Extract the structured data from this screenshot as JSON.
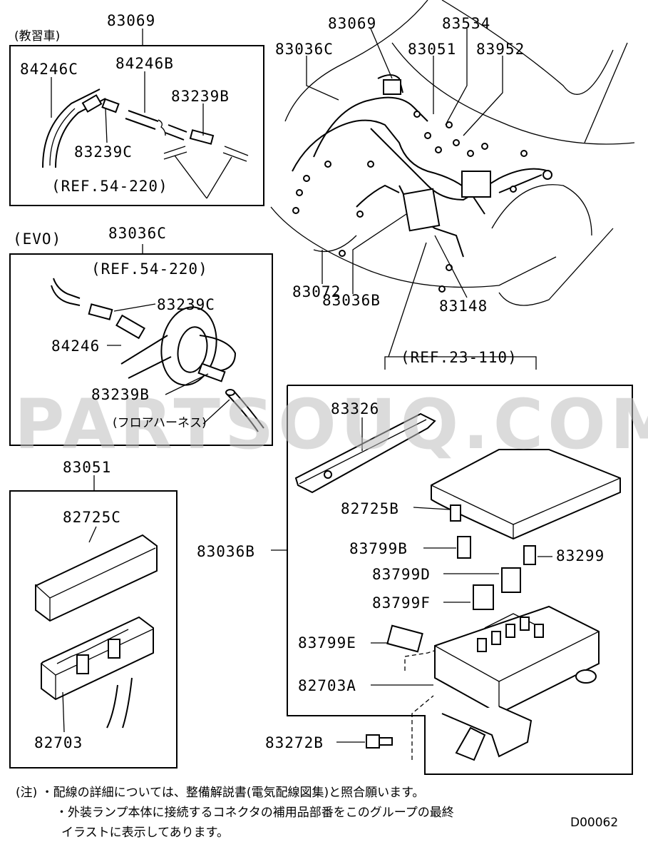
{
  "labels": {
    "p83069_top": "83069",
    "p83069_left": "83069",
    "kyoshu": "(教習車)",
    "p84246C": "84246C",
    "p84246B": "84246B",
    "p83239B_top": "83239B",
    "p83239C_top": "83239C",
    "ref54_220_a": "(REF.54-220)",
    "evo": "(EVO)",
    "p83036C_evo": "83036C",
    "ref54_220_b": "(REF.54-220)",
    "p83239C_evo": "83239C",
    "p84246": "84246",
    "p83239B_evo": "83239B",
    "floor_harness": "(フロアハーネス)",
    "p83051_left": "83051",
    "p82725C": "82725C",
    "p82703": "82703",
    "p83036C_main": "83036C",
    "p83534": "83534",
    "p83051_main": "83051",
    "p83952": "83952",
    "p83072": "83072",
    "p83036B_main": "83036B",
    "p83148": "83148",
    "ref23_110": "(REF.23-110)",
    "p83326": "83326",
    "p82725B": "82725B",
    "p83036B_box": "83036B",
    "p83799B": "83799B",
    "p83299": "83299",
    "p83799D": "83799D",
    "p83799F": "83799F",
    "p83799E": "83799E",
    "p82703A": "82703A",
    "p83272B": "83272B"
  },
  "notes": {
    "line1": "(注) ・配線の詳細については、整備解説書(電気配線図集)と照合願います。",
    "line2": "・外装ランプ本体に接続するコネクタの補用品部番をこのグループの最終",
    "line3": "イラストに表示してあります。"
  },
  "drawing_code": "D00062",
  "watermark": "PARTSOUQ.COM"
}
